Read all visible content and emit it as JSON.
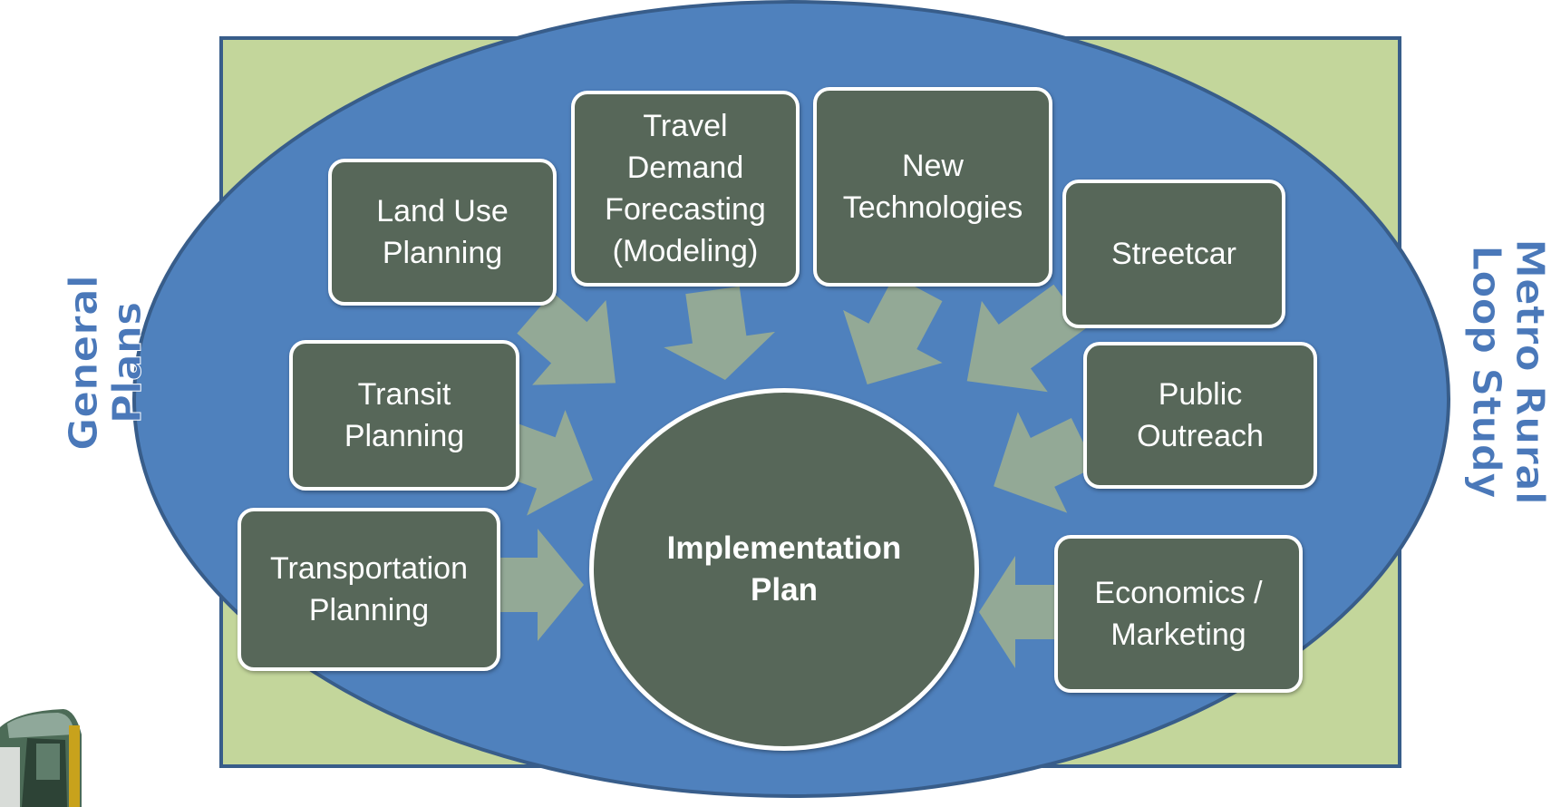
{
  "side_labels": {
    "left": "General\nPlans",
    "right": "Metro Rural\nLoop Study"
  },
  "center": {
    "label": "Implementation\nPlan"
  },
  "nodes": {
    "land_use": "Land Use\nPlanning",
    "travel_demand": "Travel\nDemand\nForecasting\n(Modeling)",
    "new_tech": "New\nTechnologies",
    "streetcar": "Streetcar",
    "transit": "Transit\nPlanning",
    "public_outreach": "Public\nOutreach",
    "transportation": "Transportation\nPlanning",
    "economics": "Economics /\nMarketing"
  },
  "colors": {
    "background_rect": "#c3d69b",
    "ellipse": "#4f81bd",
    "node_fill": "#576759",
    "arrow": "#93a996",
    "side_label": "#4a78b9"
  }
}
